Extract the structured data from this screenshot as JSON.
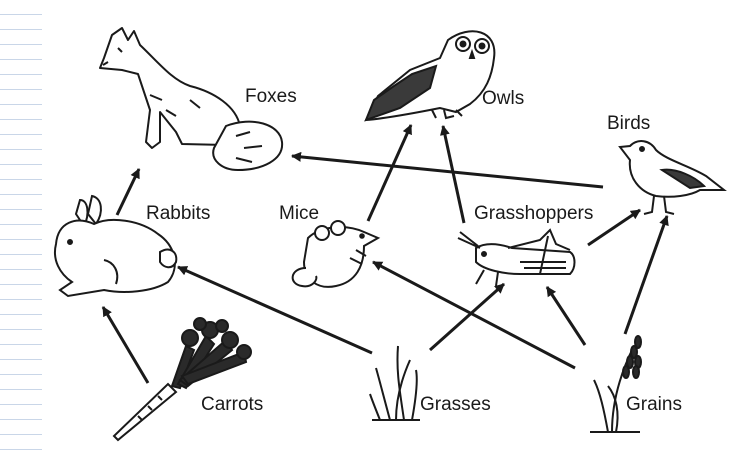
{
  "organisms": {
    "foxes": "Foxes",
    "owls": "Owls",
    "birds": "Birds",
    "rabbits": "Rabbits",
    "mice": "Mice",
    "grasshoppers": "Grasshoppers",
    "carrots": "Carrots",
    "grasses": "Grasses",
    "grains": "Grains"
  },
  "links": [
    {
      "from": "Carrots",
      "to": "Rabbits"
    },
    {
      "from": "Rabbits",
      "to": "Foxes"
    },
    {
      "from": "Grasses",
      "to": "Rabbits"
    },
    {
      "from": "Grasses",
      "to": "Grasshoppers"
    },
    {
      "from": "Grains",
      "to": "Mice"
    },
    {
      "from": "Grains",
      "to": "Grasshoppers"
    },
    {
      "from": "Grains",
      "to": "Birds"
    },
    {
      "from": "Mice",
      "to": "Owls"
    },
    {
      "from": "Grasshoppers",
      "to": "Owls"
    },
    {
      "from": "Grasshoppers",
      "to": "Birds"
    },
    {
      "from": "Birds",
      "to": "Foxes"
    }
  ]
}
